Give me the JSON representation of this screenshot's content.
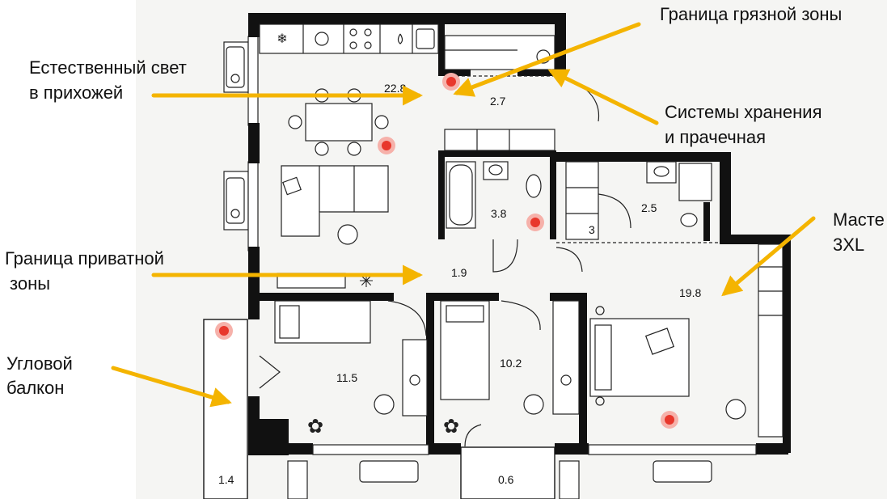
{
  "colors": {
    "background_left": "#ffffff",
    "background_plan": "#f5f5f3",
    "wall": "#111111",
    "line": "#222222",
    "arrow": "#f4b400",
    "marker": "#e8372c",
    "marker_halo": "#f6b1aa"
  },
  "annotations": {
    "natural_light_line1": "Естественный свет",
    "natural_light_line2": "в прихожей",
    "dirty_zone_boundary": "Граница грязной зоны",
    "storage_line1": "Системы хранения",
    "storage_line2": "и прачечная",
    "private_zone_line1": "Граница приватной",
    "private_zone_line2": "зоны",
    "corner_balcony_line1": "Угловой",
    "corner_balcony_line2": "балкон",
    "master_line1": "Масте",
    "master_line2": "3XL"
  },
  "rooms": {
    "kitchen_living": "22.8",
    "hall": "2.7",
    "bath_1": "3.8",
    "corridor_small": "3",
    "bath_2": "2.5",
    "master_bedroom": "19.8",
    "corridor": "1.9",
    "bedroom_1": "11.5",
    "bedroom_2": "10.2",
    "balcony_corner": "1.4",
    "balcony_small": "0.6"
  },
  "icons": {
    "markers": "red-dot-marker",
    "arrows": "yellow-arrow",
    "furniture": "floor-plan-furniture"
  }
}
